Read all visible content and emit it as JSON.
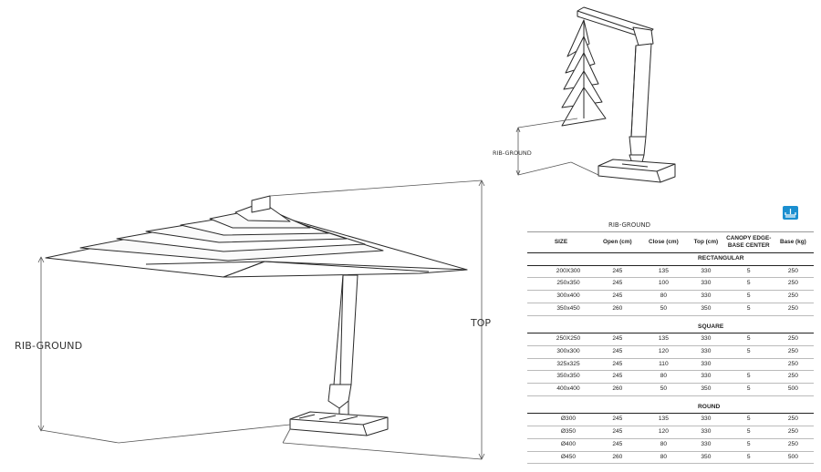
{
  "labels": {
    "rib_ground_large": "RIB-GROUND",
    "top": "TOP",
    "rib_ground_small": "RIB-GROUND",
    "rib_ground_table": "RIB-GROUND"
  },
  "icon": {
    "name": "anchor-base-icon",
    "color": "#1b8fd0"
  },
  "table": {
    "headers": [
      "SIZE",
      "Open (cm)",
      "Close (cm)",
      "Top (cm)",
      "CANOPY EDGE-BASE CENTER",
      "Base (kg)"
    ],
    "sections": [
      {
        "title": "RECTANGULAR",
        "rows": [
          [
            "200X300",
            "245",
            "135",
            "330",
            "5",
            "250"
          ],
          [
            "250x350",
            "245",
            "100",
            "330",
            "5",
            "250"
          ],
          [
            "300x400",
            "245",
            "80",
            "330",
            "5",
            "250"
          ],
          [
            "350x450",
            "260",
            "50",
            "350",
            "5",
            "250"
          ]
        ]
      },
      {
        "title": "SQUARE",
        "rows": [
          [
            "250X250",
            "245",
            "135",
            "330",
            "5",
            "250"
          ],
          [
            "300x300",
            "245",
            "120",
            "330",
            "5",
            "250"
          ],
          [
            "325x325",
            "245",
            "110",
            "330",
            "",
            "250"
          ],
          [
            "350x350",
            "245",
            "80",
            "330",
            "5",
            "250"
          ],
          [
            "400x400",
            "260",
            "50",
            "350",
            "5",
            "500"
          ]
        ]
      },
      {
        "title": "ROUND",
        "rows": [
          [
            "Ø300",
            "245",
            "135",
            "330",
            "5",
            "250"
          ],
          [
            "Ø350",
            "245",
            "120",
            "330",
            "5",
            "250"
          ],
          [
            "Ø400",
            "245",
            "80",
            "330",
            "5",
            "250"
          ],
          [
            "Ø450",
            "260",
            "80",
            "350",
            "5",
            "500"
          ]
        ]
      }
    ]
  }
}
